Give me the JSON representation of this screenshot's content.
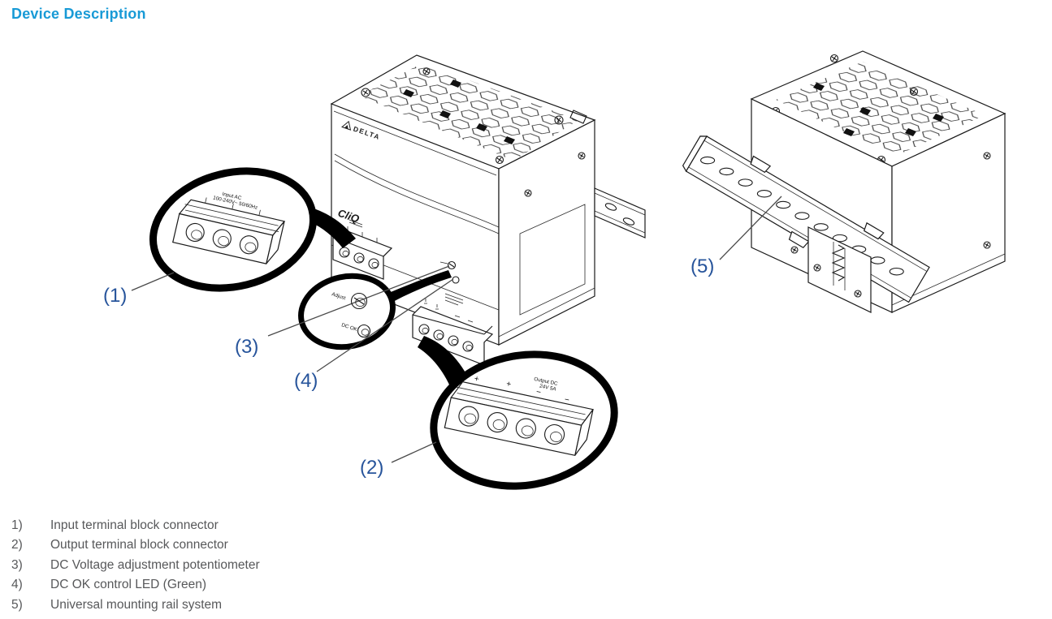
{
  "page": {
    "title": "Device Description",
    "title_color": "#189ad6",
    "body_text_color": "#57585a",
    "callout_color": "#27549b"
  },
  "figure": {
    "callouts": {
      "c1": "(1)",
      "c2": "(2)",
      "c3": "(3)",
      "c4": "(4)",
      "c5": "(5)"
    },
    "device_labels": {
      "brand": "DELTA",
      "series": "CliQ",
      "input_line1": "Input AC",
      "input_line2": "100-240V~ 50/60Hz",
      "output_line1": "Output DC",
      "output_line2": "24V 5A",
      "polarity": [
        "+",
        "+",
        "−",
        "−"
      ],
      "adjust": "Adjust",
      "dc_ok": "DC OK"
    }
  },
  "legend": {
    "items": [
      {
        "num": "1)",
        "label": "Input terminal block connector"
      },
      {
        "num": "2)",
        "label": "Output terminal block connector"
      },
      {
        "num": "3)",
        "label": "DC Voltage adjustment potentiometer"
      },
      {
        "num": "4)",
        "label": "DC OK control LED (Green)"
      },
      {
        "num": "5)",
        "label": "Universal mounting rail system"
      }
    ]
  }
}
